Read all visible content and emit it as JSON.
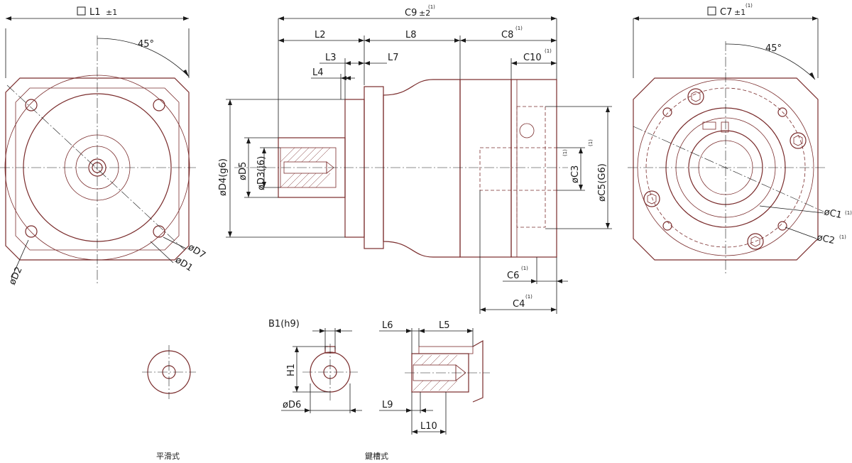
{
  "front_view": {
    "l1": "L1",
    "l1_tol": "±1",
    "angle": "45°",
    "d2": "øD2",
    "d7": "øD7",
    "d1": "øD1"
  },
  "side_view": {
    "c9": "C9",
    "c9_tol": "±2",
    "c9_note": "(1)",
    "l2": "L2",
    "l8": "L8",
    "c8": "C8",
    "c8_note": "(1)",
    "l3": "L3",
    "l7": "L7",
    "c10": "C10",
    "c10_note": "(1)",
    "l4": "L4",
    "d4": "øD4(g6)",
    "d5": "øD5",
    "d3": "øD3(j6)",
    "c3": "øC3",
    "c3_note": "(1)",
    "c5": "øC5(G6)",
    "c5_note": "(1)",
    "c6": "C6",
    "c6_note": "(1)",
    "c4": "C4",
    "c4_note": "(1)"
  },
  "rear_view": {
    "c7": "C7",
    "c7_tol": "±1",
    "c7_note": "(1)",
    "angle": "45°",
    "c1": "øC1",
    "c1_note": "(1)",
    "c2": "øC2",
    "c2_note": "(1)"
  },
  "key_view": {
    "b1": "B1(h9)",
    "h1": "H1",
    "d6": "øD6"
  },
  "shaft_detail": {
    "l6": "L6",
    "l5": "L5",
    "l9": "L9",
    "l10": "L10"
  },
  "captions": {
    "smooth": "平滑式",
    "keyed": "鍵槽式"
  }
}
